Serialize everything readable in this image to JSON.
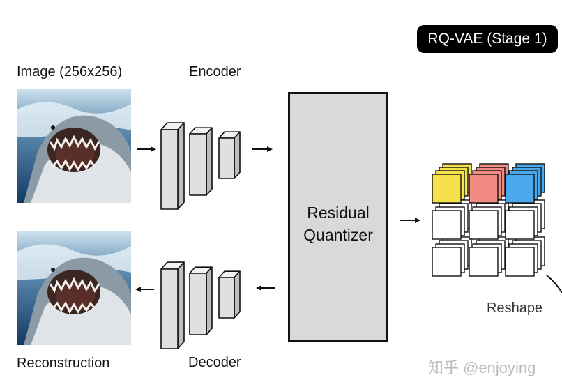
{
  "stage_badge": "RQ-VAE (Stage 1)",
  "labels": {
    "image": "Image (256x256)",
    "encoder": "Encoder",
    "decoder": "Decoder",
    "reconstruction": "Reconstruction",
    "quantizer_line1": "Residual",
    "quantizer_line2": "Quantizer",
    "reshape": "Reshape"
  },
  "watermark": "知乎 @enjoying",
  "colors": {
    "layer_fill": "#e0e0e0",
    "quantizer_fill": "#d9d9d9",
    "code_yellow": "#f5e14a",
    "code_red": "#f28b84",
    "code_blue": "#4aa8ec",
    "badge_bg": "#000000"
  },
  "code_grid_colors": [
    "code_yellow",
    "code_red",
    "code_blue"
  ]
}
